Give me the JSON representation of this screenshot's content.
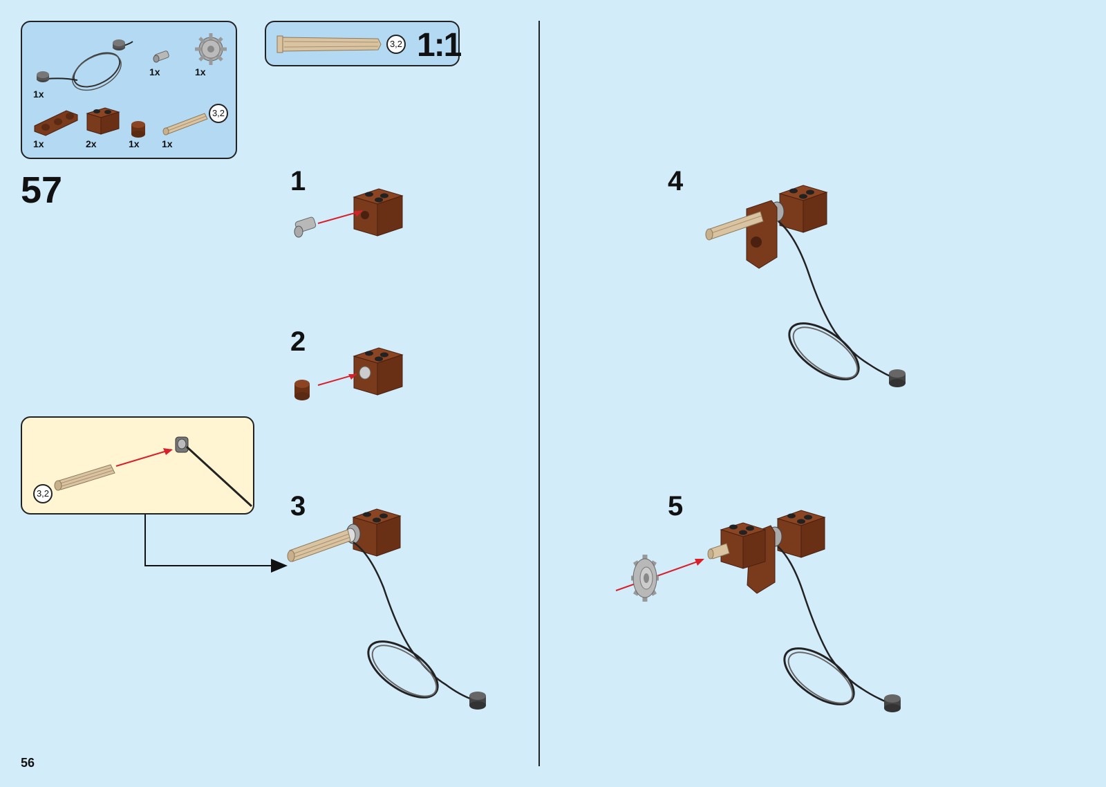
{
  "page_number": "56",
  "step_number": "57",
  "parts_list": [
    {
      "name": "string-with-studs",
      "qty": "1x"
    },
    {
      "name": "pin-connector-gray",
      "qty": "1x"
    },
    {
      "name": "gear-16-tooth-gray",
      "qty": "1x"
    },
    {
      "name": "technic-beam-brown",
      "qty": "1x"
    },
    {
      "name": "technic-brick-1x2-brown",
      "qty": "2x"
    },
    {
      "name": "round-tile-brown",
      "qty": "1x"
    },
    {
      "name": "axle-tan",
      "qty": "1x",
      "length": "3,2"
    }
  ],
  "scale_callout": {
    "length": "3,2",
    "scale": "1:1"
  },
  "sub_assembly": {
    "axle_length": "3,2"
  },
  "substeps": [
    {
      "label": "1"
    },
    {
      "label": "2"
    },
    {
      "label": "3"
    },
    {
      "label": "4"
    },
    {
      "label": "5"
    }
  ],
  "colors": {
    "background": "#d3ecfa",
    "parts_panel": "#b4d9f2",
    "sub_assembly_panel": "#fff5d2",
    "brick_brown": "#7a3a1c",
    "axle_tan": "#d9c3a1",
    "arrow_red": "#d8202a",
    "gray_part": "#b8b8b8"
  }
}
